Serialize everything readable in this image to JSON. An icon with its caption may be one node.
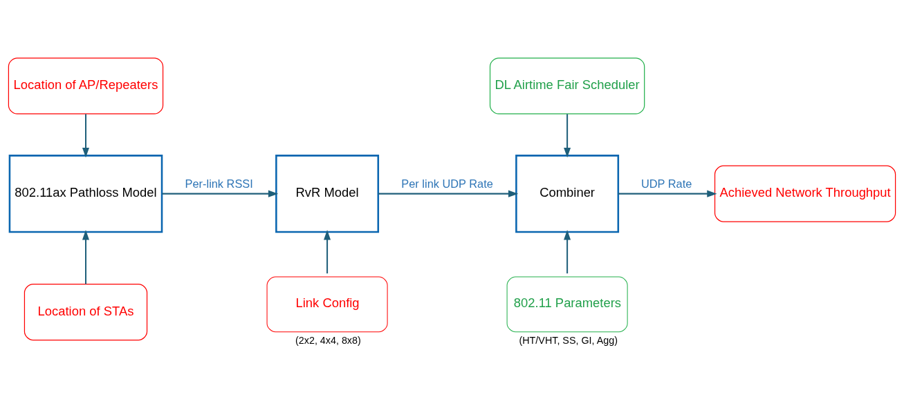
{
  "diagram": {
    "nodes": [
      {
        "text": [
          "Location of AP/Repeaters"
        ]
      },
      {
        "text": [
          "DL Airtime Fair Scheduler"
        ]
      },
      {
        "text": [
          "802.11ax Pathloss Model"
        ]
      },
      {
        "text": [
          "RvR Model"
        ]
      },
      {
        "text": [
          "Combiner"
        ]
      },
      {
        "text": [
          "Achieved Network Throughput"
        ]
      },
      {
        "text": [
          "Location of STAs"
        ]
      },
      {
        "text": [
          "Link Config"
        ],
        "beside": [
          "(2x2, 4x4, 8x8)"
        ]
      },
      {
        "text": [
          "802.11 Parameters"
        ],
        "beside": [
          "(HT/VHT, SS, GI, Agg)"
        ]
      }
    ],
    "edges": [
      {
        "from": 0,
        "to": 2,
        "arrow": "to"
      },
      {
        "from": 6,
        "to": 2,
        "arrow": "to"
      },
      {
        "from": 2,
        "to": 3,
        "arrow": "to",
        "label": "Per-link RSSI"
      },
      {
        "from": 7,
        "to": 3,
        "arrow": "to"
      },
      {
        "from": 3,
        "to": 4,
        "arrow": "to",
        "label": "Per link UDP Rate"
      },
      {
        "from": 1,
        "to": 4,
        "arrow": "to"
      },
      {
        "from": 8,
        "to": 4,
        "arrow": "to"
      },
      {
        "from": 4,
        "to": 5,
        "arrow": "to",
        "label": "UDP Rate"
      }
    ]
  }
}
